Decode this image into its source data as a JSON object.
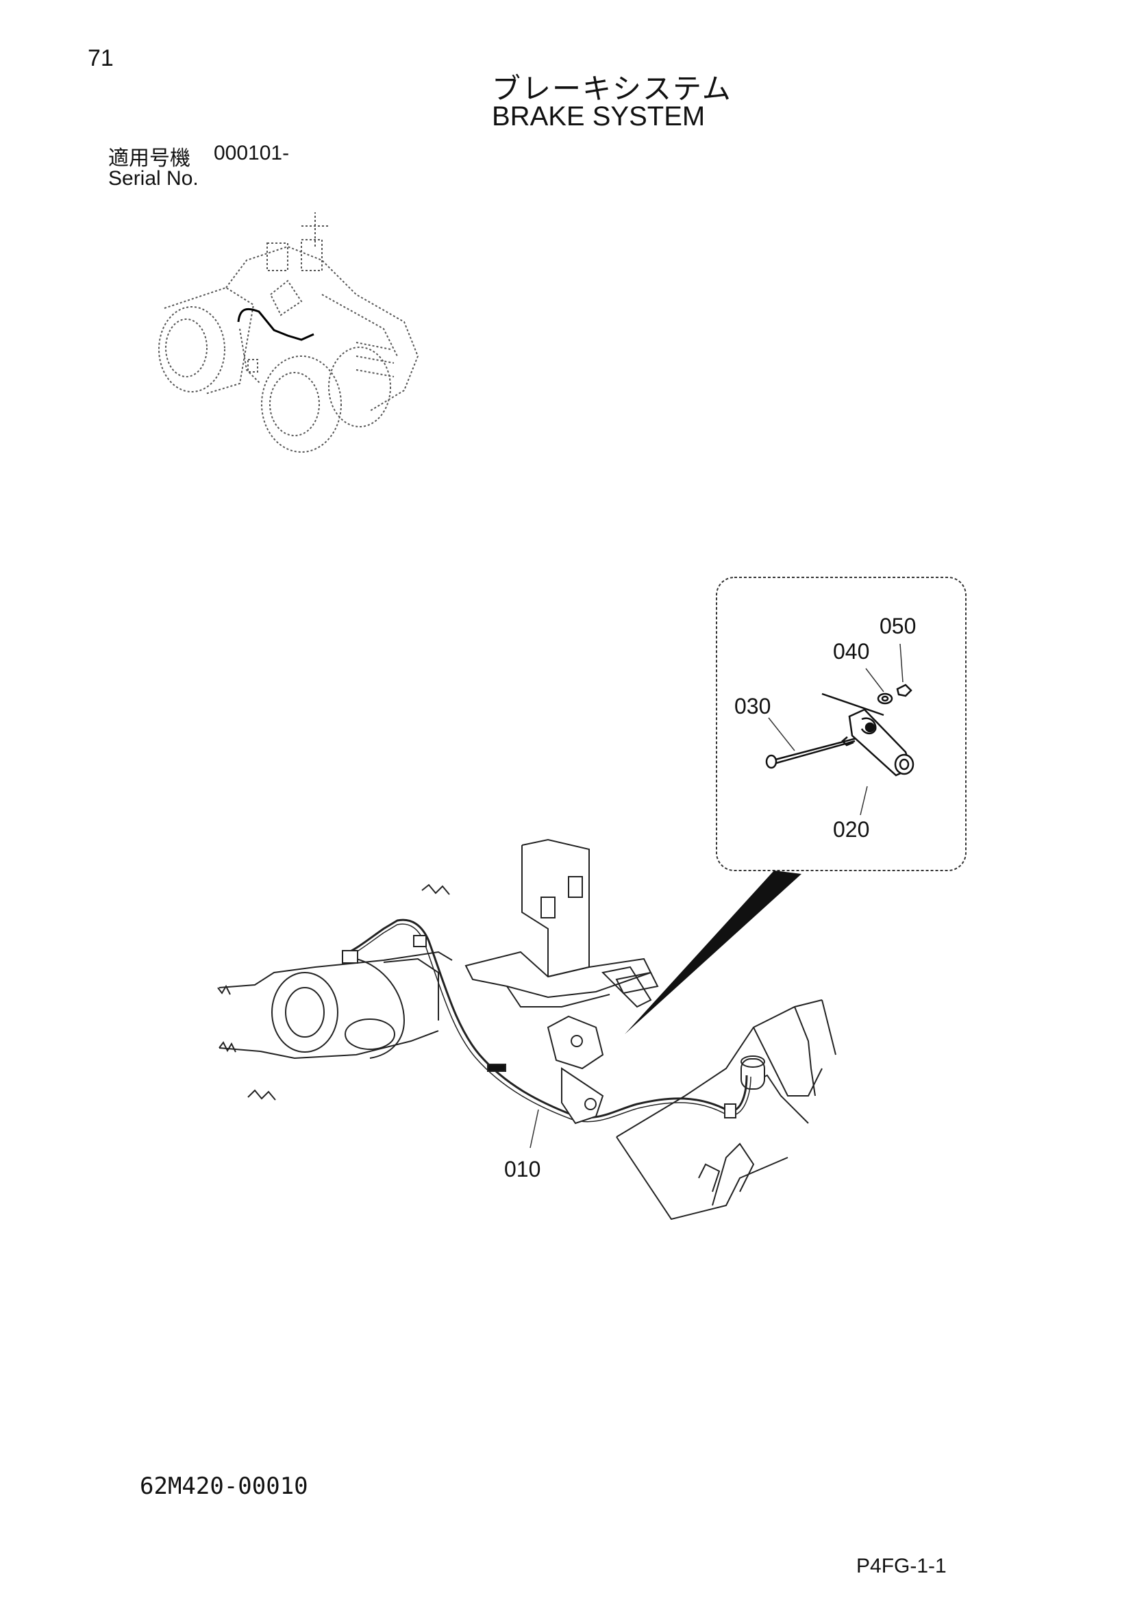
{
  "header": {
    "page_number": "71",
    "title_jp": "ブレーキシステム",
    "title_en": "BRAKE SYSTEM",
    "serial_label_jp": "適用号機",
    "serial_value": "000101-",
    "serial_label_en": "Serial No."
  },
  "drawing": {
    "part_labels": [
      "050",
      "040",
      "030",
      "020",
      "010"
    ],
    "icons": [
      "overview-machine-illustration",
      "brake-cylinder-detail-illustration",
      "brake-hose-assembly-illustration",
      "leader-arrow"
    ]
  },
  "footer": {
    "drawing_number": "62M420-00010",
    "sheet_code": "P4FG-1-1"
  }
}
